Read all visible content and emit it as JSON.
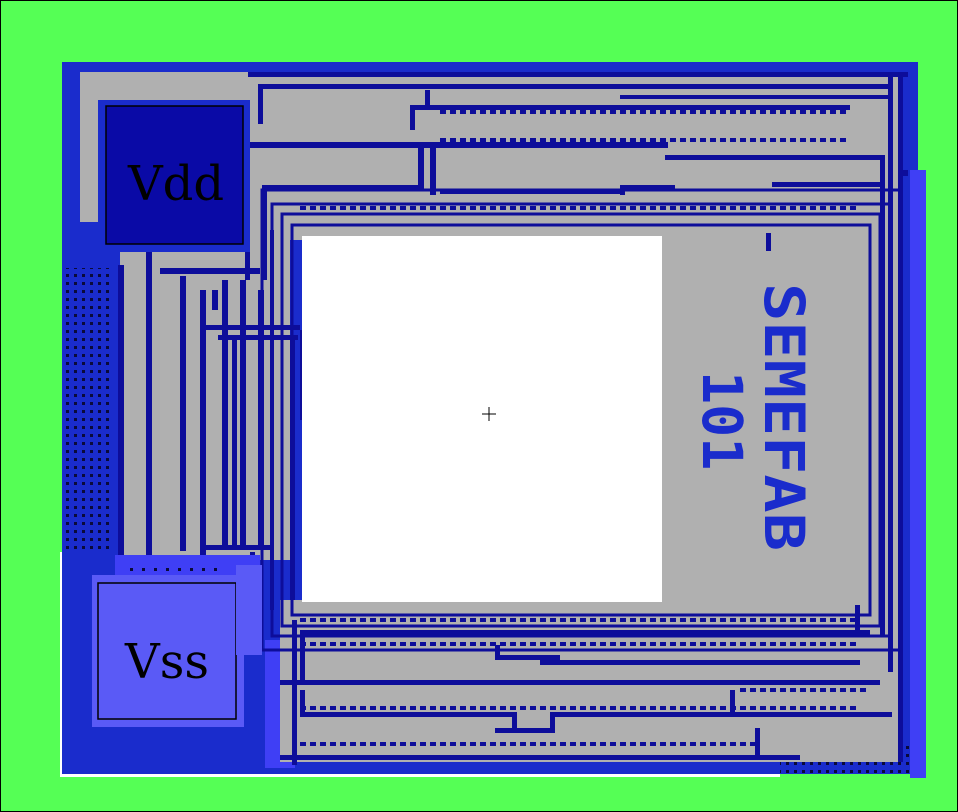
{
  "layout_view": {
    "pads": [
      {
        "id": "vdd",
        "label": "Vdd",
        "color": "#0a0aa6"
      },
      {
        "id": "vss",
        "label": "Vss",
        "color": "#5a5af6"
      }
    ],
    "chip_label": {
      "line1": "SEMEFAB",
      "line2": "101"
    },
    "colors": {
      "background": "#55ff55",
      "metal_outer": "#1a2ccc",
      "metal_bright": "#3f3ff5",
      "poly_grey": "#b0b0b0",
      "trace_dark": "#0d0d9a",
      "window_white": "#ffffff",
      "label_color": "#1a2ccc"
    },
    "cursor_icon": "crosshair-icon"
  }
}
